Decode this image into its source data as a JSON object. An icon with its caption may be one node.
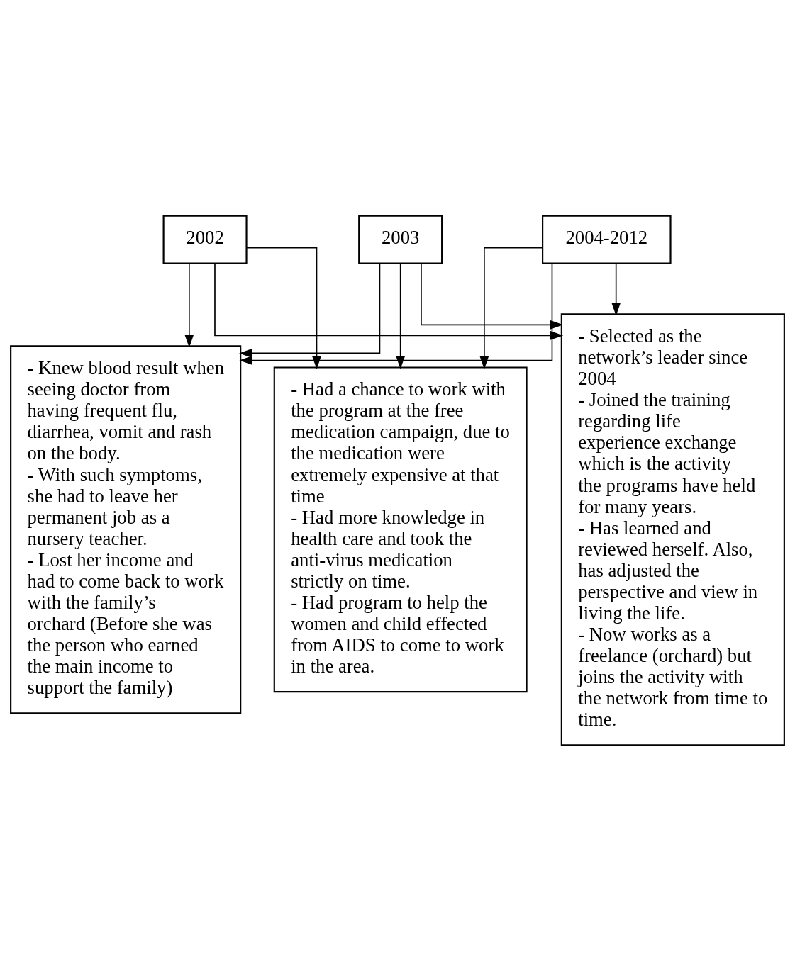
{
  "diagram": {
    "nodes": [
      {
        "text": [
          "2002"
        ]
      },
      {
        "text": [
          "2003"
        ]
      },
      {
        "text": [
          "2004-2012"
        ]
      },
      {
        "text": [
          "- Knew blood result when seeing doctor from having frequent flu, diarrhea, vomit and rash on the body.",
          "- With such symptoms, she had to leave her permanent job as a nursery teacher.",
          "- Lost her income and had to come back to work with the family’s orchard (Before she was the person who earned the main income to support the family)"
        ]
      },
      {
        "text": [
          "- Had a chance to work with the program at the free medication campaign, due to the medication were extremely expensive at that time",
          "- Had more knowledge in health care and took the anti-virus medication strictly on time.",
          "- Had program to help the women and child effected from AIDS to come to work in the area."
        ]
      },
      {
        "text": [
          "- Selected as the network’s leader since 2004",
          "- Joined the training regarding life experience exchange which is the activity the programs have held for many years.",
          "- Has learned and reviewed herself. Also, has adjusted the perspective and view in living the life.",
          "- Now works as a freelance (orchard) but joins the activity with the network from time to time."
        ]
      }
    ],
    "edges": [
      {
        "from": 0,
        "to": 3,
        "arrow": "to"
      },
      {
        "from": 0,
        "to": 4,
        "arrow": "to"
      },
      {
        "from": 0,
        "to": 5,
        "arrow": "to"
      },
      {
        "from": 1,
        "to": 3,
        "arrow": "to"
      },
      {
        "from": 1,
        "to": 4,
        "arrow": "to"
      },
      {
        "from": 1,
        "to": 5,
        "arrow": "to"
      },
      {
        "from": 2,
        "to": 3,
        "arrow": "to"
      },
      {
        "from": 2,
        "to": 4,
        "arrow": "to"
      },
      {
        "from": 2,
        "to": 5,
        "arrow": "to"
      }
    ]
  }
}
